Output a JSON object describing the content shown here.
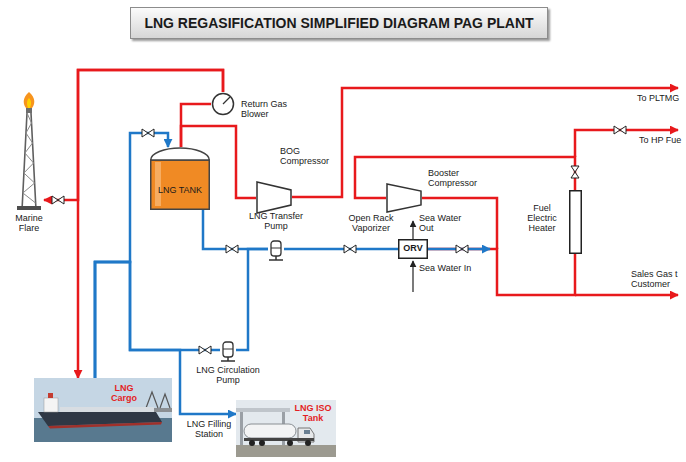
{
  "diagram": {
    "title": "LNG REGASIFICATION SIMPLIFIED DIAGRAM PAG PLANT",
    "nodes": [
      {
        "text": [
          "Marine Flare"
        ]
      },
      {
        "text": [
          "Return Gas Blower"
        ]
      },
      {
        "text": [
          "LNG TANK"
        ]
      },
      {
        "text": [
          "BOG Compressor"
        ]
      },
      {
        "text": [
          "Booster Compressor"
        ]
      },
      {
        "text": [
          "Fuel Electric Heater"
        ]
      },
      {
        "text": [
          "LNG Transfer Pump"
        ]
      },
      {
        "text": [
          "ORV"
        ]
      },
      {
        "text": [
          "LNG Circulation Pump"
        ]
      },
      {
        "text": [
          "LNG Cargo"
        ]
      },
      {
        "text": [
          "LNG ISO Tank"
        ]
      }
    ],
    "edges": [
      {
        "from": 2,
        "to": 1,
        "arrow": "none"
      },
      {
        "from": 1,
        "to": 0,
        "arrow": "to"
      },
      {
        "from": 1,
        "to": 9,
        "arrow": "to"
      },
      {
        "from": 2,
        "to": 3,
        "arrow": "none"
      },
      {
        "from": 4,
        "to": 5,
        "arrow": "none"
      },
      {
        "from": 2,
        "to": 6,
        "arrow": "none"
      },
      {
        "from": 6,
        "to": 7,
        "arrow": "none"
      },
      {
        "from": 7,
        "to": 5,
        "arrow": "none"
      },
      {
        "from": 9,
        "to": 2,
        "arrow": "to"
      },
      {
        "from": 9,
        "to": 8,
        "arrow": "none"
      },
      {
        "from": 8,
        "to": 6,
        "arrow": "none"
      },
      {
        "from": 9,
        "to": 10,
        "arrow": "to"
      }
    ],
    "labels": [
      "To PLTMG",
      "To HP Fue",
      "Sales Gas t Customer",
      "Open Rack Vaporizer",
      "Sea Water Out",
      "Sea Water In",
      "LNG Filling Station"
    ]
  }
}
